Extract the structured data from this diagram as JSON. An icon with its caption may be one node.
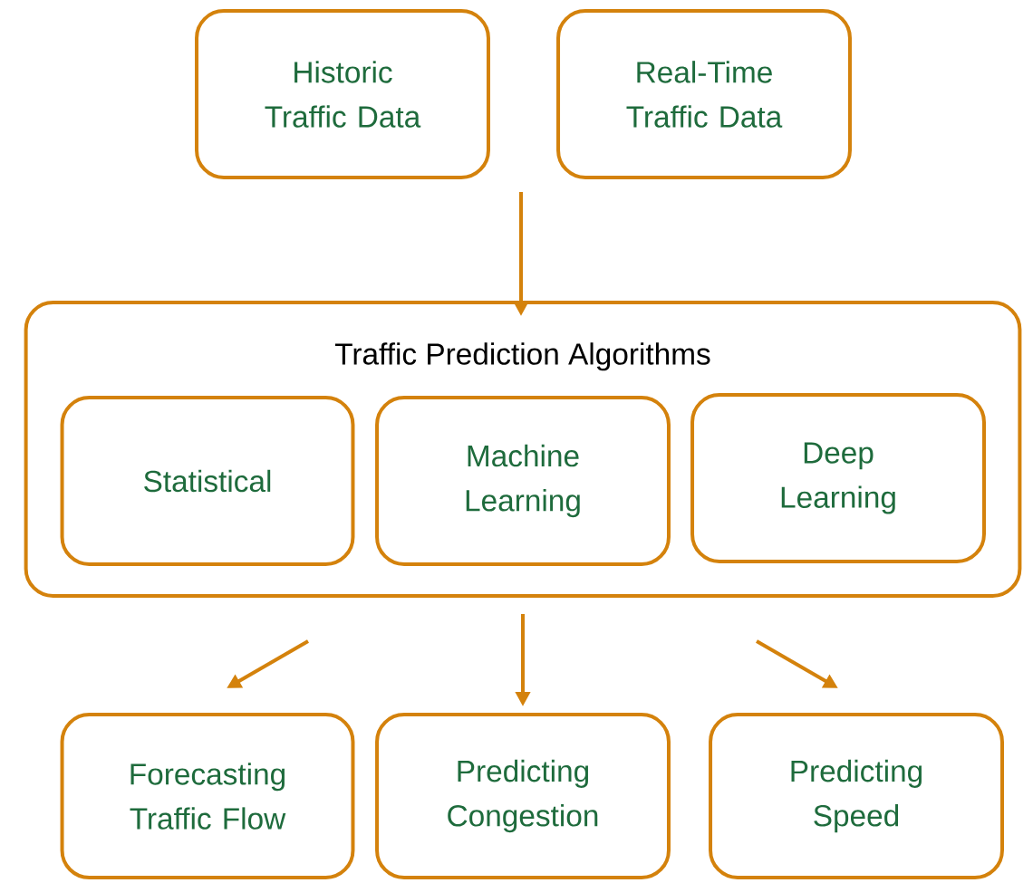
{
  "diagram": {
    "nodes": [
      {
        "text": [
          "Historic Traffic Data"
        ]
      },
      {
        "text": [
          "Real-Time Traffic Data"
        ]
      },
      {
        "text": [
          "Traffic Prediction Algorithms"
        ]
      },
      {
        "text": [
          "Statistical"
        ],
        "in": 2
      },
      {
        "text": [
          "Machine Learning"
        ],
        "in": 2
      },
      {
        "text": [
          "Deep Learning"
        ],
        "in": 2
      },
      {
        "text": [
          "Forecasting Traffic Flow"
        ]
      },
      {
        "text": [
          "Predicting Congestion"
        ]
      },
      {
        "text": [
          "Predicting Speed"
        ]
      }
    ],
    "edges": [
      {
        "from": null,
        "to": 2,
        "arrow": "to"
      },
      {
        "from": 2,
        "to": 6,
        "arrow": "to"
      },
      {
        "from": 2,
        "to": 7,
        "arrow": "to"
      },
      {
        "from": 2,
        "to": 8,
        "arrow": "to"
      }
    ]
  }
}
